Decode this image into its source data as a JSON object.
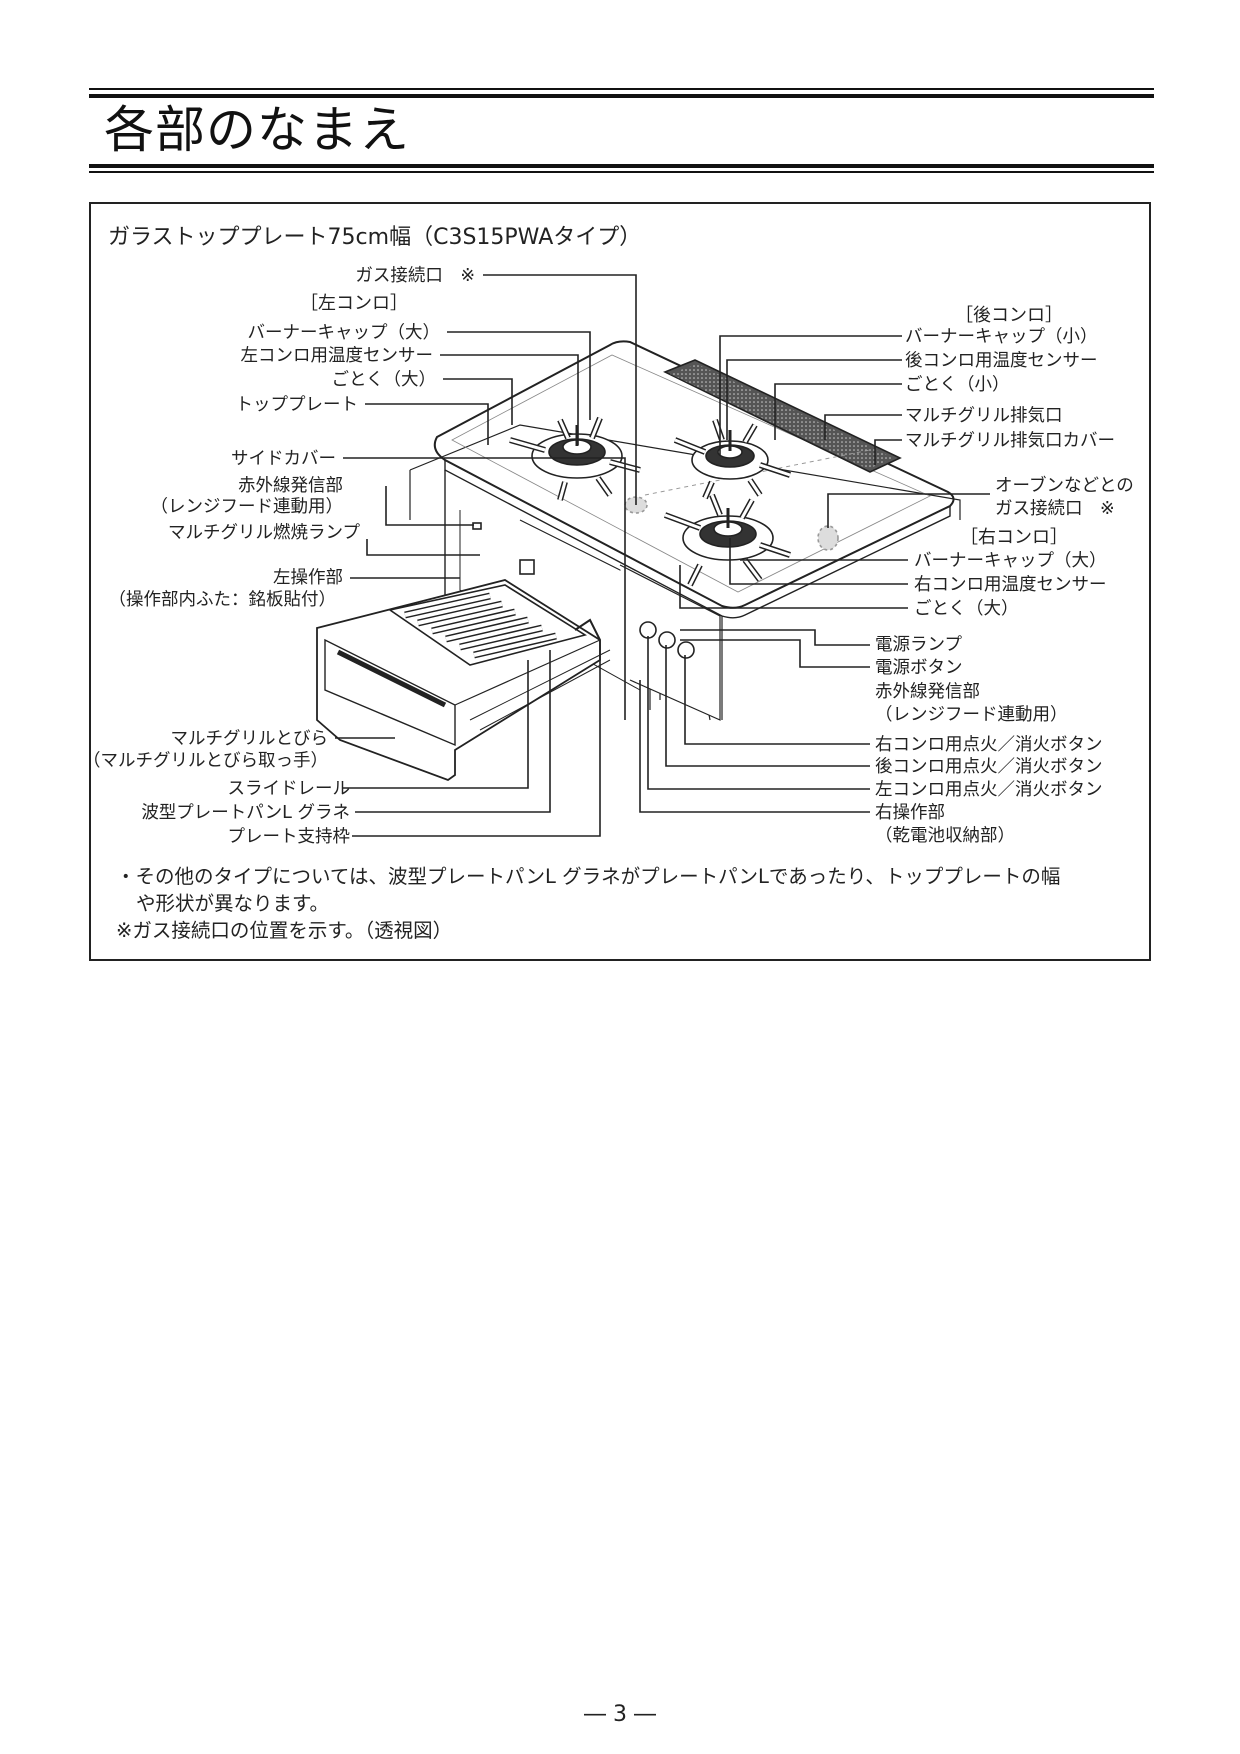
{
  "page_title": "各部のなまえ",
  "figure_caption": "ガラストッププレート75cm幅（C3S15PWAタイプ）",
  "groups": {
    "left": "［左コンロ］",
    "rear": "［後コンロ］",
    "right": "［右コンロ］"
  },
  "labels": {
    "gas_connection": "ガス接続口　※",
    "left_burner_cap": "バーナーキャップ（大）",
    "left_temp_sensor": "左コンロ用温度センサー",
    "left_trivet": "ごとく（大）",
    "top_plate": "トッププレート",
    "side_cover": "サイドカバー",
    "ir_transmitter_left_1": "赤外線発信部",
    "ir_transmitter_left_2": "（レンジフード連動用）",
    "grill_lamp": "マルチグリル燃焼ランプ",
    "left_control_1": "左操作部",
    "left_control_2": "（操作部内ふた：銘板貼付）",
    "grill_door_1": "マルチグリルとびら",
    "grill_door_2": "（マルチグリルとびら取っ手）",
    "slide_rail": "スライドレール",
    "wave_plate_pan": "波型プレートパンL グラネ",
    "plate_support": "プレート支持枠",
    "rear_burner_cap": "バーナーキャップ（小）",
    "rear_temp_sensor": "後コンロ用温度センサー",
    "rear_trivet": "ごとく（小）",
    "grill_exhaust": "マルチグリル排気口",
    "grill_exhaust_cover": "マルチグリル排気口カバー",
    "oven_gas_1": "オーブンなどとの",
    "oven_gas_2": "ガス接続口　※",
    "right_burner_cap": "バーナーキャップ（大）",
    "right_temp_sensor": "右コンロ用温度センサー",
    "right_trivet": "ごとく（大）",
    "power_lamp": "電源ランプ",
    "power_button": "電源ボタン",
    "ir_transmitter_right_1": "赤外線発信部",
    "ir_transmitter_right_2": "（レンジフード連動用）",
    "right_ignite_btn": "右コンロ用点火／消火ボタン",
    "rear_ignite_btn": "後コンロ用点火／消火ボタン",
    "left_ignite_btn": "左コンロ用点火／消火ボタン",
    "right_control_1": "右操作部",
    "right_control_2": "（乾電池収納部）"
  },
  "notes": {
    "line1": "・その他のタイプについては、波型プレートパンL グラネがプレートパンLであったり、トッププレートの幅",
    "line2": "や形状が異なります。",
    "line3": "※ガス接続口の位置を示す。（透視図）"
  },
  "page_number": "― 3 ―"
}
